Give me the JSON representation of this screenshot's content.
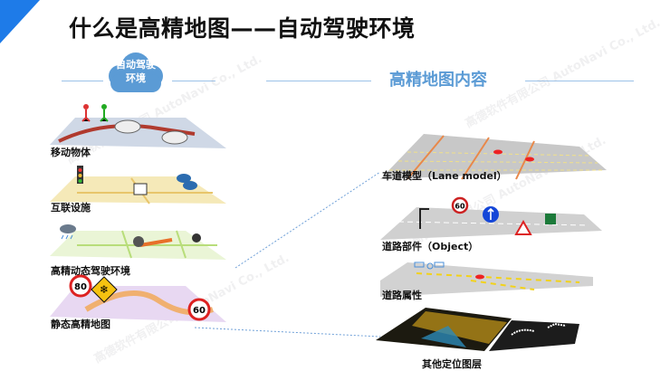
{
  "title": "什么是高精地图——自动驾驶环境",
  "left_header": {
    "cloud_label_line1": "自动驾驶",
    "cloud_label_line2": "环境"
  },
  "right_header": {
    "title": "高精地图内容"
  },
  "left_layers": [
    {
      "label": "移动物体"
    },
    {
      "label": "互联设施"
    },
    {
      "label": "高精动态驾驶环境"
    },
    {
      "label": "静态高精地图",
      "signs": [
        "80",
        "60"
      ]
    }
  ],
  "right_layers": [
    {
      "label": "车道模型（Lane model）"
    },
    {
      "label": "道路部件（Object）",
      "signs": [
        "60"
      ]
    },
    {
      "label": "道路属性"
    },
    {
      "label": "其他定位图层"
    }
  ],
  "watermark": {
    "cn": "高德软件有限公司",
    "en": "AutoNavi Co., Ltd."
  },
  "colors": {
    "accent": "#1e7be8",
    "heading": "#5b9bd5",
    "cloud": "#5b9bd5"
  }
}
